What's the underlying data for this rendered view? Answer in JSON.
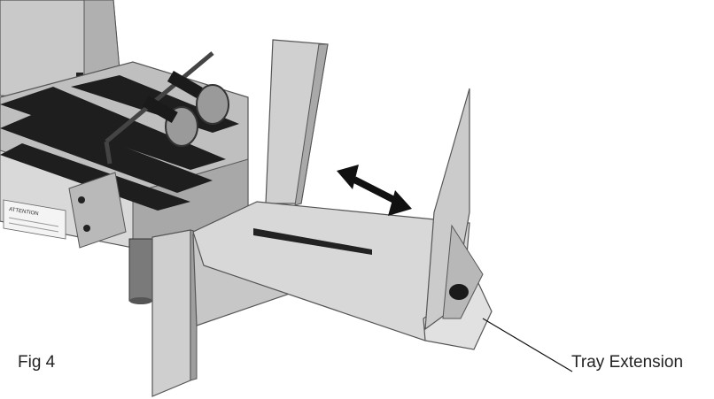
{
  "figure": {
    "caption": "Fig 4",
    "callout": "Tray Extension",
    "attention_title": "ATTENTION"
  },
  "colors": {
    "background": "#ffffff",
    "metal_light": "#d4d4d4",
    "metal_mid": "#b3b3b3",
    "metal_dark": "#8c8c8c",
    "belt": "#1e1e1e",
    "arrow": "#111111"
  },
  "icons": {
    "direction": "double-arrow-icon"
  }
}
